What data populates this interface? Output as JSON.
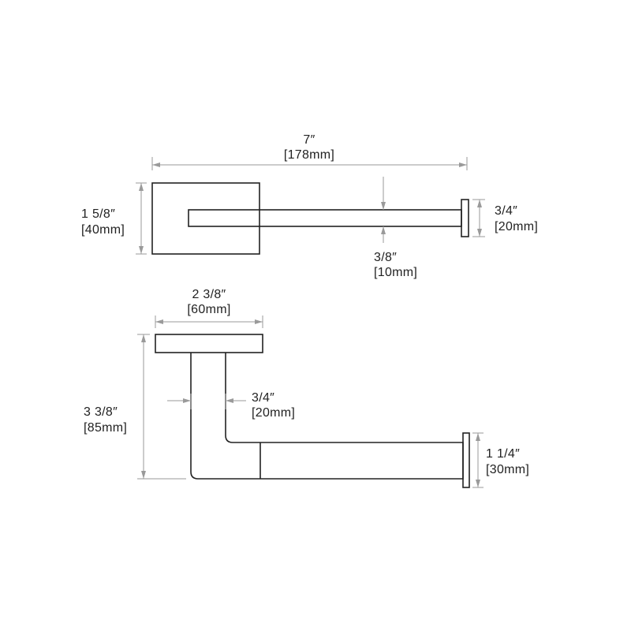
{
  "top_view": {
    "overall_length": {
      "imperial": "7″",
      "metric": "[178mm]"
    },
    "plate_height": {
      "imperial": "1 5/8″",
      "metric": "[40mm]"
    },
    "end_cap_height": {
      "imperial": "3/4″",
      "metric": "[20mm]"
    },
    "rod_thickness": {
      "imperial": "3/8″",
      "metric": "[10mm]"
    }
  },
  "side_view": {
    "plate_width": {
      "imperial": "2 3/8″",
      "metric": "[60mm]"
    },
    "overall_projection": {
      "imperial": "3 3/8″",
      "metric": "[85mm]"
    },
    "arm_width": {
      "imperial": "3/4″",
      "metric": "[20mm]"
    },
    "end_cap_height": {
      "imperial": "1 1/4″",
      "metric": "[30mm]"
    }
  },
  "colors": {
    "outline": "#222222",
    "dimension": "#9a9a9a"
  }
}
